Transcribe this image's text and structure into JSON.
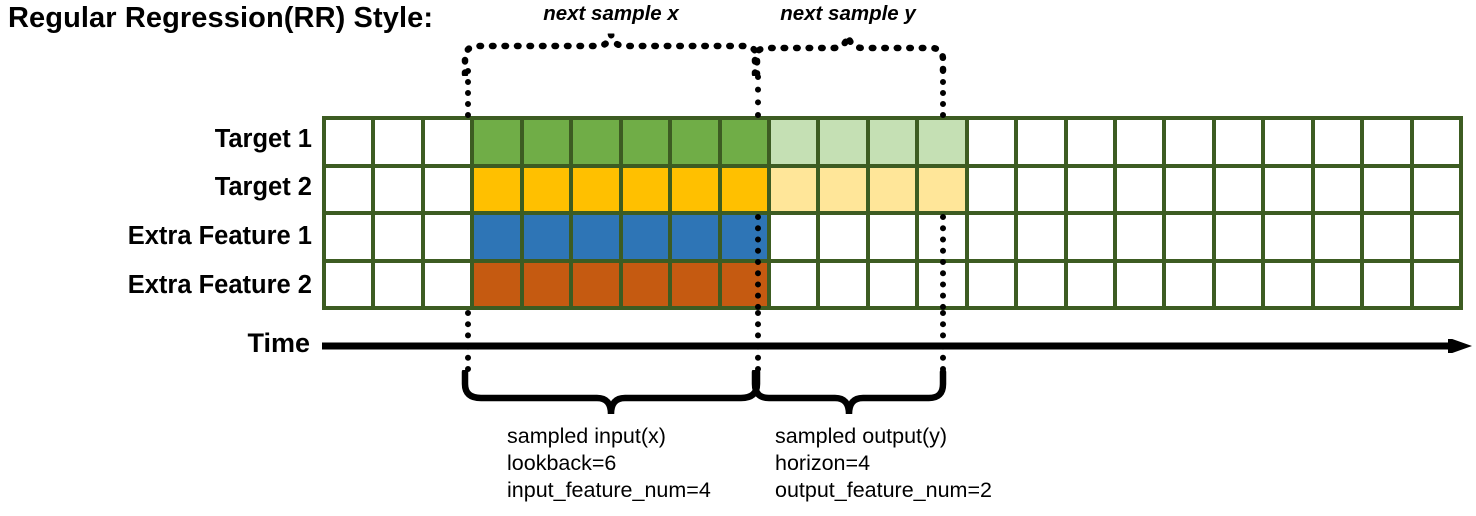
{
  "title": "Regular Regression(RR) Style:",
  "rows": [
    {
      "label": "Target 1",
      "color_dark": "#70ad47",
      "color_light": "#c5e0b4"
    },
    {
      "label": "Target 2",
      "color_dark": "#ffc000",
      "color_light": "#ffe699"
    },
    {
      "label": "Extra Feature 1",
      "color_dark": "#2e75b6",
      "color_light": "#ffffff"
    },
    {
      "label": "Extra Feature 2",
      "color_dark": "#c55a11",
      "color_light": "#ffffff"
    }
  ],
  "grid": {
    "total_columns": 23,
    "leading_blank_columns": 3,
    "input_columns": 6,
    "output_columns": 4,
    "trailing_blank_columns": 10,
    "border_color": "#3d5c22",
    "empty_cell_color": "#ffffff"
  },
  "axis": {
    "label": "Time",
    "color": "#000000"
  },
  "top_annotations": [
    {
      "text": "next sample x"
    },
    {
      "text": "next sample y"
    }
  ],
  "bottom_annotations": [
    {
      "title": "sampled input(x)",
      "line2": "lookback=6",
      "line3": "input_feature_num=4"
    },
    {
      "title": "sampled output(y)",
      "line2": "horizon=4",
      "line3": "output_feature_num=2"
    }
  ]
}
